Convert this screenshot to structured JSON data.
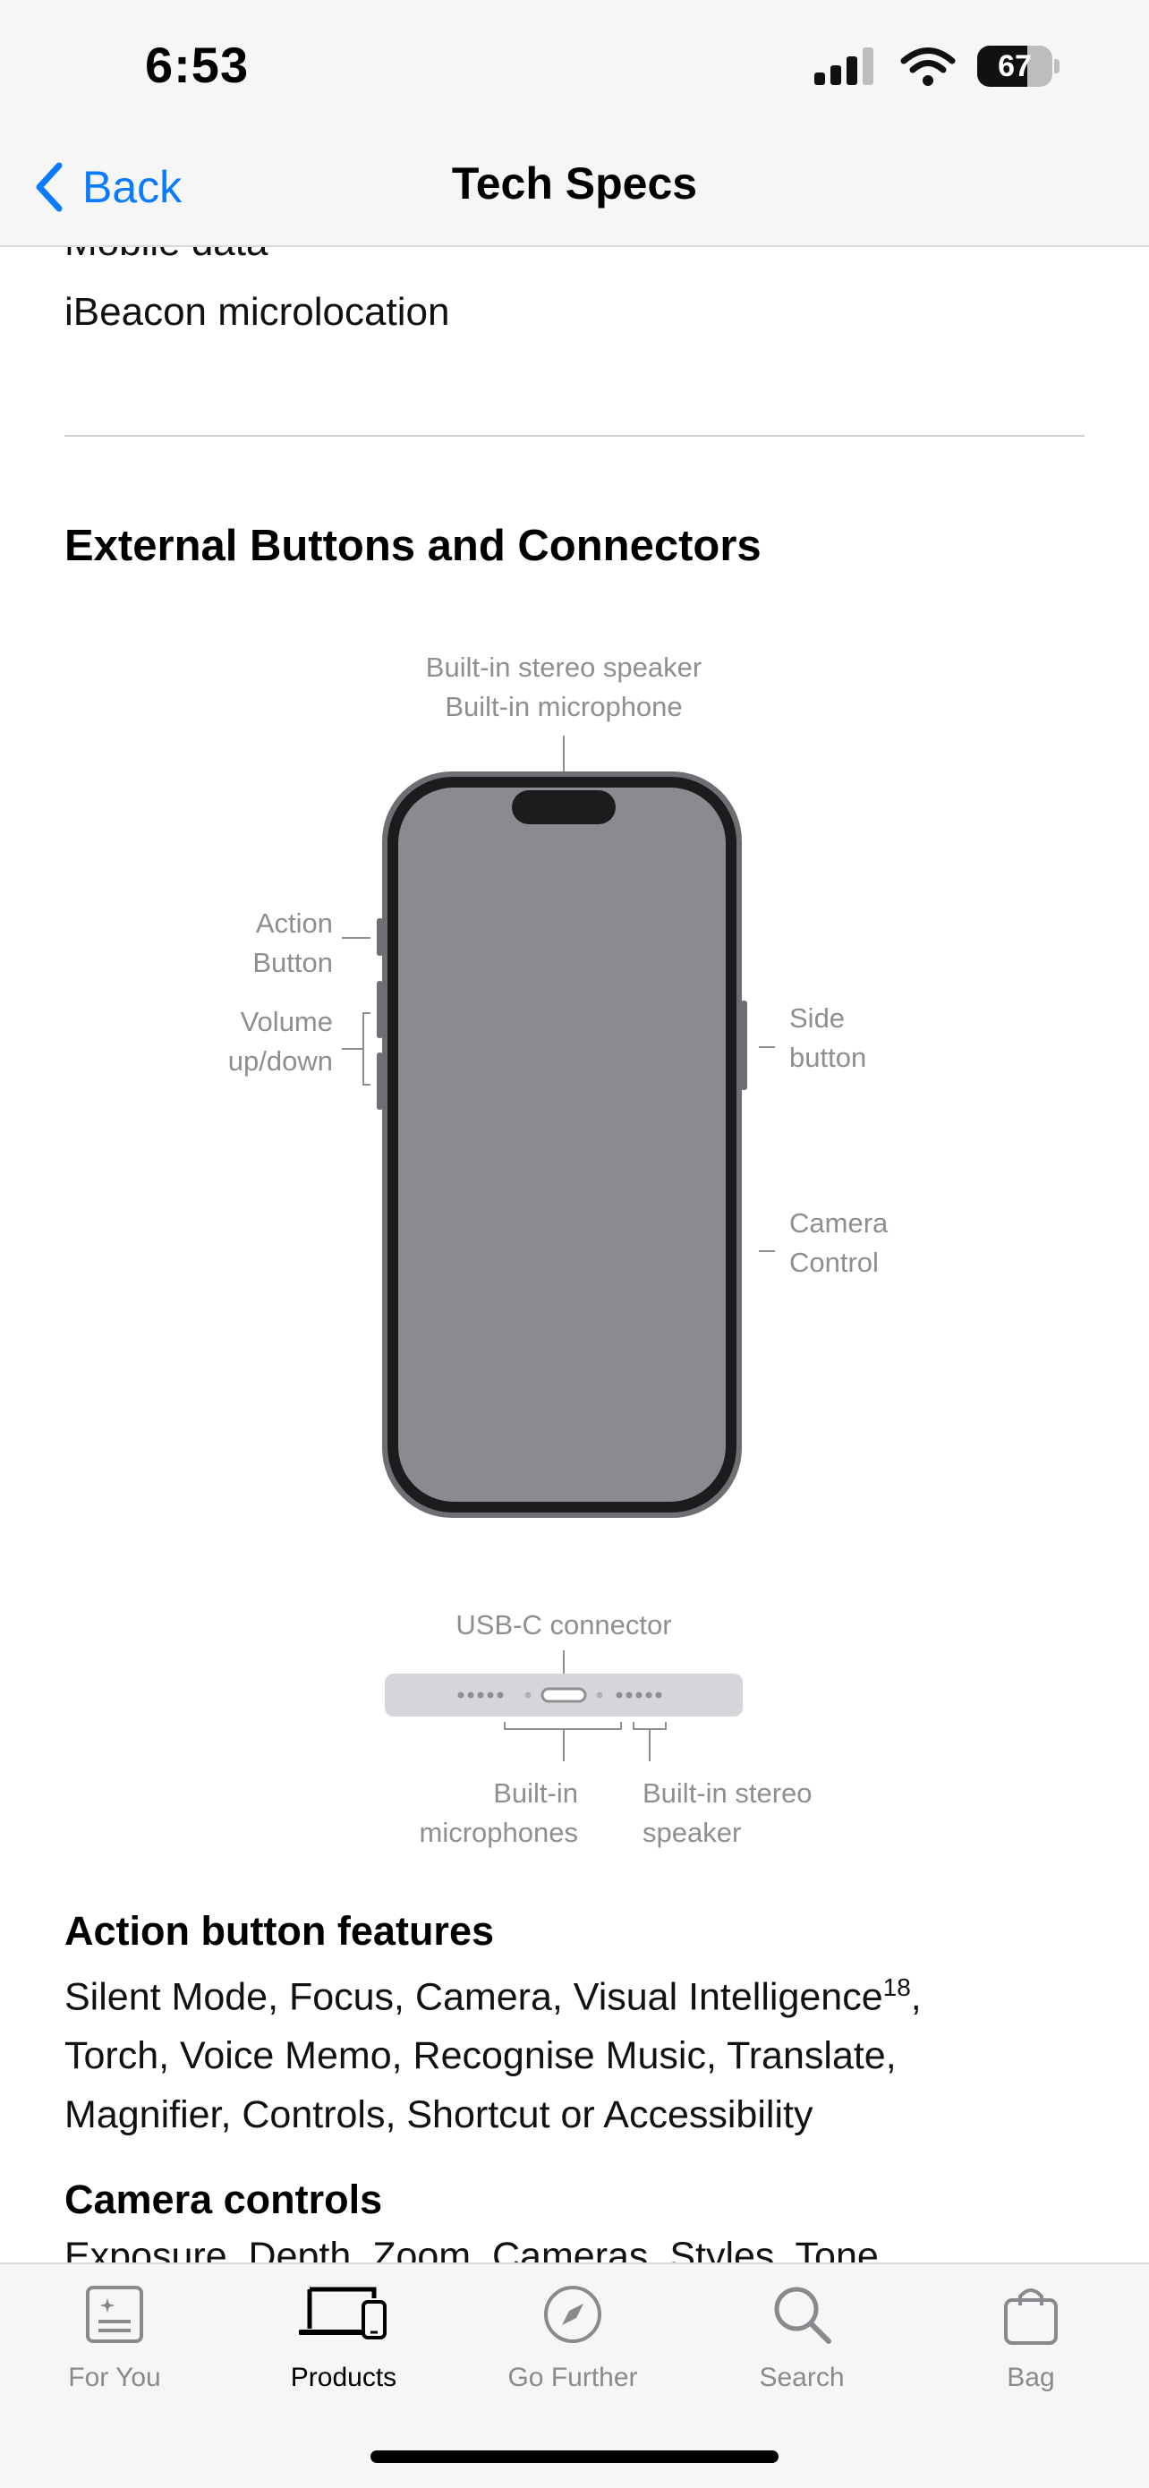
{
  "status_bar": {
    "time": "6:53",
    "battery_percent": "67",
    "battery_level": 0.67
  },
  "nav": {
    "back_label": "Back",
    "title": "Tech Specs"
  },
  "content": {
    "partial_line": "Mobile data",
    "ibeacon": "iBeacon microlocation",
    "section_title": "External Buttons and Connectors",
    "diagram": {
      "top_label_1": "Built-in stereo speaker",
      "top_label_2": "Built-in microphone",
      "action_1": "Action",
      "action_2": "Button",
      "volume_1": "Volume",
      "volume_2": "up/down",
      "side_1": "Side",
      "side_2": "button",
      "camera_1": "Camera",
      "camera_2": "Control",
      "usbc": "USB-C connector",
      "mics_1": "Built-in",
      "mics_2": "microphones",
      "speaker_1": "Built-in stereo",
      "speaker_2": "speaker"
    },
    "action_features": {
      "heading": "Action button features",
      "line1": "Silent Mode, Focus, Camera, Visual Intelligence",
      "footnote": "18",
      "line1_end": ",",
      "line2": "Torch, Voice Memo, Recognise Music, Translate,",
      "line3": "Magnifier, Controls, Shortcut or Accessibility"
    },
    "camera_controls": {
      "heading": "Camera controls",
      "partial": "Exposure, Depth, Zoom, Cameras, Styles, Tone"
    }
  },
  "tabs": [
    {
      "label": "For You",
      "icon": "for-you-icon",
      "active": false
    },
    {
      "label": "Products",
      "icon": "products-icon",
      "active": true
    },
    {
      "label": "Go Further",
      "icon": "compass-icon",
      "active": false
    },
    {
      "label": "Search",
      "icon": "search-icon",
      "active": false
    },
    {
      "label": "Bag",
      "icon": "bag-icon",
      "active": false
    }
  ],
  "colors": {
    "accent": "#0a7aff",
    "inactive_tab": "#8a8a8e",
    "diagram_label": "#8e8e93",
    "phone_screen": "#8b8b8f"
  }
}
